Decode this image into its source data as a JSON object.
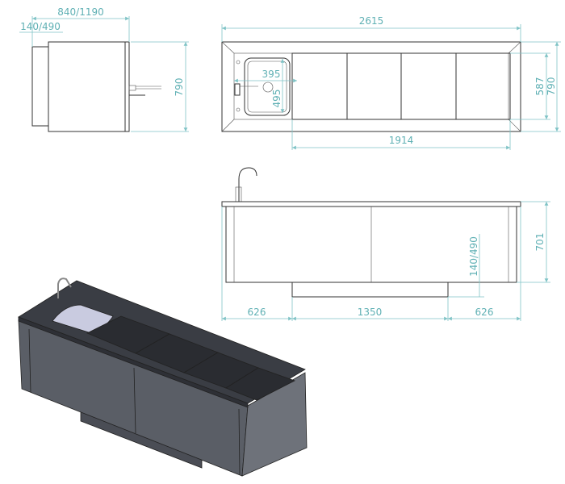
{
  "side_view": {
    "dim_width": "840/1190",
    "dim_back": "140/490",
    "dim_height": "790"
  },
  "top_view": {
    "dim_length": "2615",
    "dim_sink_width": "395",
    "dim_sink_depth": "495",
    "dim_inner_depth": "587",
    "dim_depth": "790",
    "dim_perforated_length": "1914"
  },
  "front_view": {
    "dim_height": "701",
    "dim_base": "140/490",
    "dim_left": "626",
    "dim_center": "1350",
    "dim_right": "626"
  },
  "colors": {
    "dimension": "#7fc3c6",
    "body": "#5a5e66",
    "top": "#3a3d44"
  }
}
